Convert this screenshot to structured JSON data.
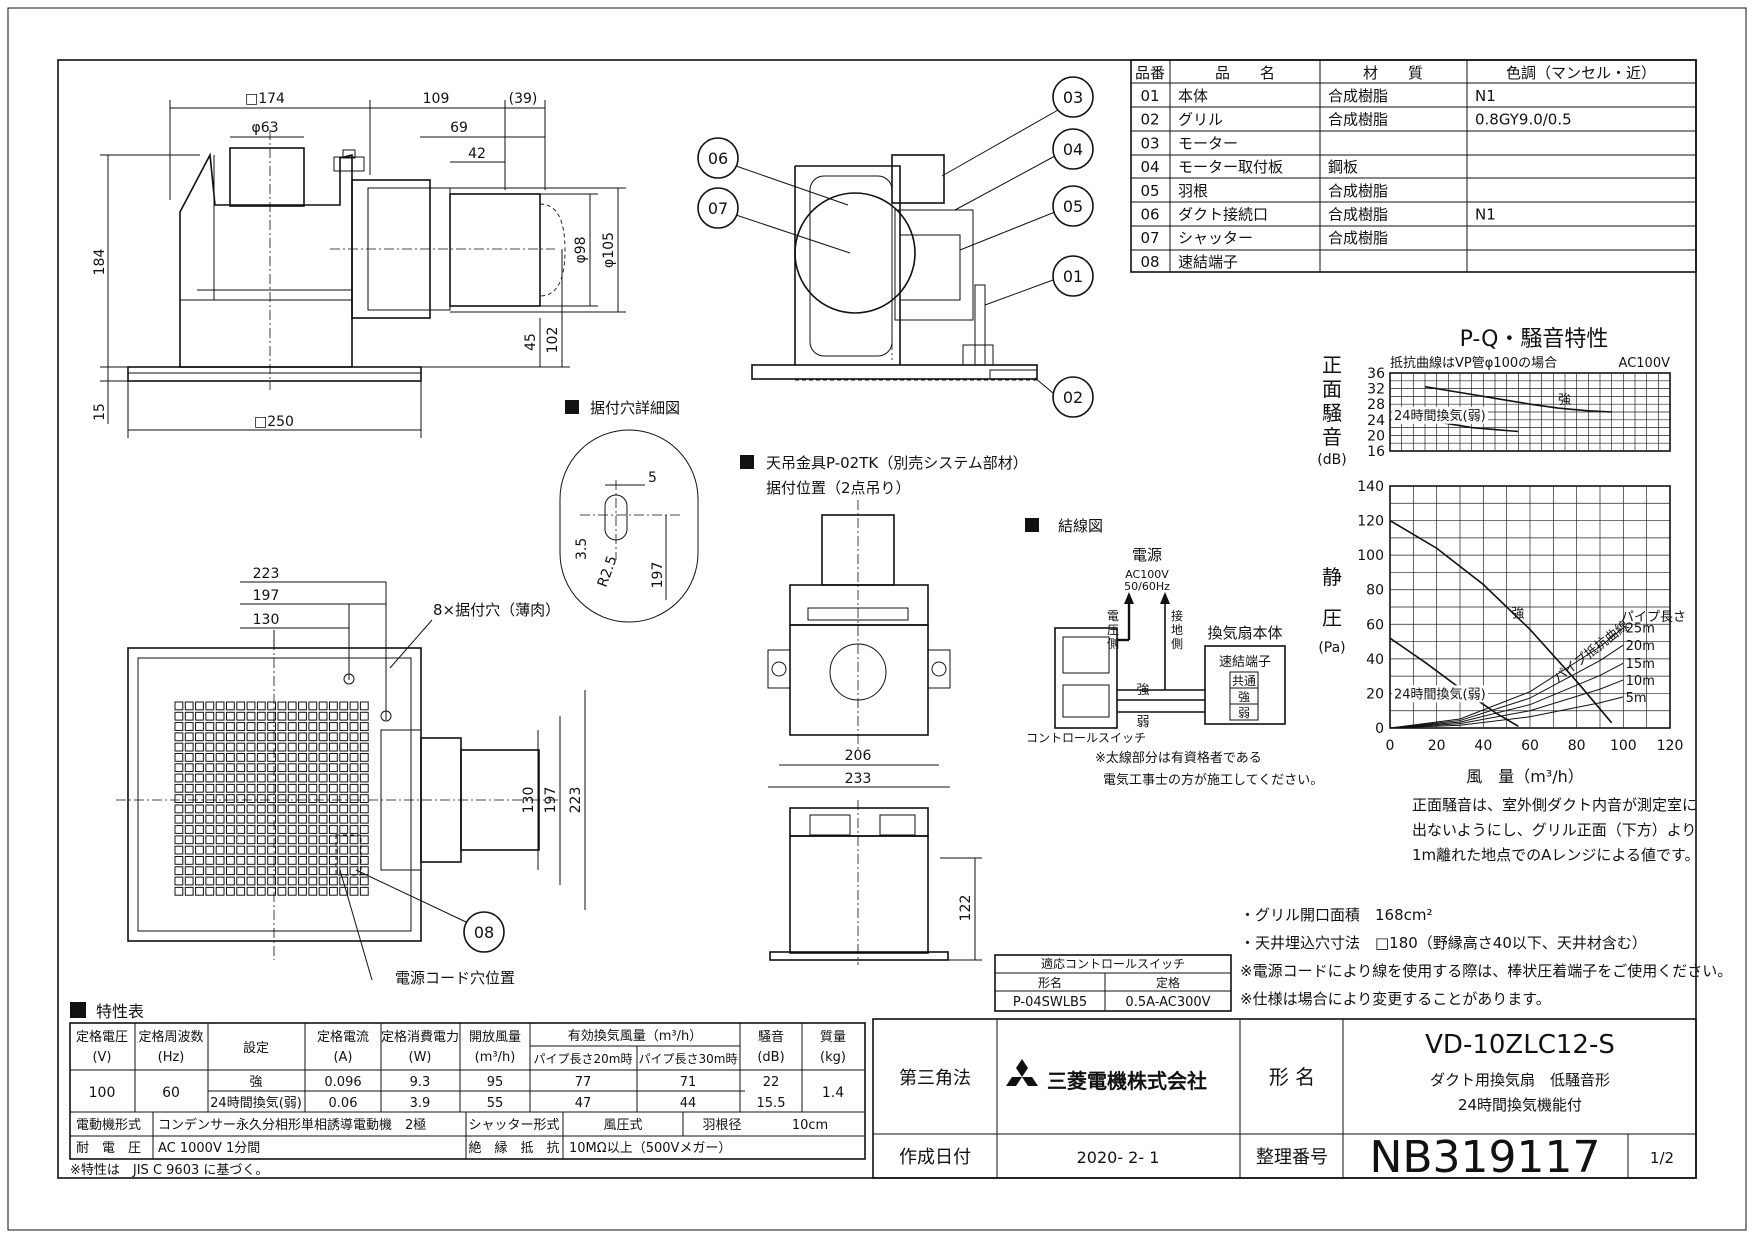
{
  "parts_table": {
    "headers": [
      "品番",
      "品　　名",
      "材　　質",
      "色調（マンセル・近）"
    ],
    "rows": [
      [
        "01",
        "本体",
        "合成樹脂",
        "N1"
      ],
      [
        "02",
        "グリル",
        "合成樹脂",
        "0.8GY9.0/0.5"
      ],
      [
        "03",
        "モーター",
        "",
        ""
      ],
      [
        "04",
        "モーター取付板",
        "鋼板",
        ""
      ],
      [
        "05",
        "羽根",
        "合成樹脂",
        ""
      ],
      [
        "06",
        "ダクト接続口",
        "合成樹脂",
        "N1"
      ],
      [
        "07",
        "シャッター",
        "合成樹脂",
        ""
      ],
      [
        "08",
        "速結端子",
        "",
        ""
      ]
    ]
  },
  "dimensions": {
    "front": [
      "□174",
      "φ63",
      "109",
      "(39)",
      "69",
      "42",
      "184",
      "φ98",
      "φ105",
      "45",
      "102",
      "15",
      "□250"
    ],
    "plan": [
      "223",
      "197",
      "130",
      "8×据付穴（薄肉）",
      "130",
      "197",
      "223",
      "電源コード穴位置"
    ],
    "detail_title": "据付穴詳細図",
    "detail": [
      "5",
      "3.5",
      "R2.5",
      "197"
    ],
    "hanger_title": "天吊金具P-02TK（別売システム部材）",
    "hanger_sub": "据付位置（2点吊り）",
    "hanger": [
      "206",
      "233",
      "122"
    ]
  },
  "callouts": [
    "01",
    "02",
    "03",
    "04",
    "05",
    "06",
    "07",
    "08"
  ],
  "wiring": {
    "title": "結線図",
    "power": "電源",
    "voltage": "AC100V",
    "freq": "50/60Hz",
    "power_side": [
      "電",
      "圧",
      "側"
    ],
    "ground_side": [
      "接",
      "地",
      "側"
    ],
    "unit": "換気扇本体",
    "terminal": "速結端子",
    "term_common": "共通",
    "term_strong": "強",
    "term_weak": "弱",
    "wire_strong": "強",
    "wire_weak": "弱",
    "switch": "コントロールスイッチ",
    "note1": "※太線部分は有資格者である",
    "note2": "電気工事士の方が施工してください。"
  },
  "chart_data": {
    "type": "line",
    "title": "P-Q・騒音特性",
    "subtitle": "抵抗曲線はVP管φ100の場合",
    "voltage": "AC100V",
    "noise": {
      "ylabel": [
        "正",
        "面",
        "騒",
        "音",
        "(dB)"
      ],
      "ylim": [
        16,
        36
      ],
      "yticks": [
        36,
        32,
        28,
        24,
        20,
        16
      ],
      "ytick_labels": [
        "36",
        "32",
        "28",
        "24",
        "20",
        "16"
      ],
      "series": [
        {
          "name": "強",
          "x": [
            15,
            30,
            45,
            60,
            72,
            85,
            95
          ],
          "y": [
            32.5,
            31,
            29.5,
            28,
            27,
            26.3,
            26
          ]
        },
        {
          "name": "24時間換気(弱)",
          "x": [
            15,
            25,
            35,
            45,
            55
          ],
          "y": [
            24,
            23,
            22,
            21.5,
            21
          ]
        }
      ]
    },
    "pq": {
      "xlabel": "風　量（m³/h）",
      "ylabel": [
        "静",
        "圧",
        "(Pa)"
      ],
      "xlim": [
        0,
        120
      ],
      "ylim": [
        0,
        140
      ],
      "xticks": [
        0,
        20,
        40,
        60,
        80,
        100,
        120
      ],
      "xtick_labels": [
        "0",
        "20",
        "40",
        "60",
        "80",
        "100",
        "120"
      ],
      "yticks": [
        0,
        20,
        40,
        60,
        80,
        100,
        120,
        140
      ],
      "ytick_labels": [
        "0",
        "20",
        "40",
        "60",
        "80",
        "100",
        "120",
        "140"
      ],
      "series": [
        {
          "name": "強",
          "x": [
            0,
            20,
            40,
            60,
            80,
            95
          ],
          "y": [
            120,
            104,
            83,
            57,
            27,
            3
          ]
        },
        {
          "name": "24時間換気(弱)",
          "x": [
            0,
            15,
            30,
            45,
            55
          ],
          "y": [
            52,
            38,
            23,
            9,
            1
          ]
        }
      ],
      "resistance_label": "パイプ抵抗曲線",
      "pipe_label": "パイプ長さ",
      "resistance_curves": [
        {
          "name": "25m",
          "x": [
            0,
            30,
            60,
            90,
            100
          ],
          "y": [
            0,
            5.2,
            21,
            47,
            58
          ]
        },
        {
          "name": "20m",
          "x": [
            0,
            30,
            60,
            90,
            100
          ],
          "y": [
            0,
            4.3,
            17.3,
            39,
            48
          ]
        },
        {
          "name": "15m",
          "x": [
            0,
            30,
            60,
            90,
            100
          ],
          "y": [
            0,
            3.4,
            13.5,
            30.4,
            37.5
          ]
        },
        {
          "name": "10m",
          "x": [
            0,
            30,
            60,
            90,
            100
          ],
          "y": [
            0,
            2.5,
            10,
            22.5,
            27.8
          ]
        },
        {
          "name": "5m",
          "x": [
            0,
            30,
            60,
            90,
            100
          ],
          "y": [
            0,
            1.6,
            6.5,
            14.6,
            18
          ]
        }
      ]
    }
  },
  "chart_notes": [
    "正面騒音は、室外側ダクト内音が測定室に",
    "出ないようにし、グリル正面（下方）より",
    "1m離れた地点でのAレンジによる値です。"
  ],
  "notes": [
    "・グリル開口面積　168cm²",
    "・天井埋込穴寸法　□180（野縁高さ40以下、天井材含む）",
    "※電源コードにより線を使用する際は、棒状圧着端子をご使用ください。",
    "※仕様は場合により変更することがあります。"
  ],
  "switch_table": {
    "title": "適応コントロールスイッチ",
    "headers": [
      "形名",
      "定格"
    ],
    "row": [
      "P-04SWLB5",
      "0.5A-AC300V"
    ]
  },
  "specs": {
    "title": "特性表",
    "h_voltage": [
      "定格電圧",
      "(V)"
    ],
    "h_freq": [
      "定格周波数",
      "(Hz)"
    ],
    "h_setting": "設定",
    "h_current": [
      "定格電流",
      "(A)"
    ],
    "h_power": [
      "定格消費電力",
      "(W)"
    ],
    "h_open": [
      "開放風量",
      "(m³/h)"
    ],
    "h_effective": "有効換気風量（m³/h）",
    "h_pipe20": "パイプ長さ20m時",
    "h_pipe30": "パイプ長さ30m時",
    "h_noise": [
      "騒音",
      "(dB)"
    ],
    "h_mass": [
      "質量",
      "(kg)"
    ],
    "voltage": "100",
    "freq": "60",
    "mass": "1.4",
    "rows": [
      [
        "強",
        "0.096",
        "9.3",
        "95",
        "77",
        "71",
        "22"
      ],
      [
        "24時間換気(弱)",
        "0.06",
        "3.9",
        "55",
        "47",
        "44",
        "15.5"
      ]
    ],
    "motor_label": "電動機形式",
    "motor_value": "コンデンサー永久分相形単相誘導電動機　2極",
    "shutter_label": "シャッター形式",
    "shutter_value": "風圧式",
    "blade_label": "羽根径",
    "blade_value": "10cm",
    "withstand_label": "耐　電　圧",
    "withstand_value": "AC 1000V 1分間",
    "insulation_label": "絶　縁　抵　抗",
    "insulation_value": "10MΩ以上（500Vメガー）",
    "footnote": "※特性は　JIS C 9603 に基づく。"
  },
  "title_block": {
    "projection": "第三角法",
    "company": "三菱電機株式会社",
    "model_label": "形 名",
    "model": "VD-10ZLC12-S",
    "desc1": "ダクト用換気扇　低騒音形",
    "desc2": "24時間換気機能付",
    "date_label": "作成日付",
    "date": "2020- 2- 1",
    "ref_label": "整理番号",
    "ref_no": "NB319117",
    "page": "1/2"
  }
}
